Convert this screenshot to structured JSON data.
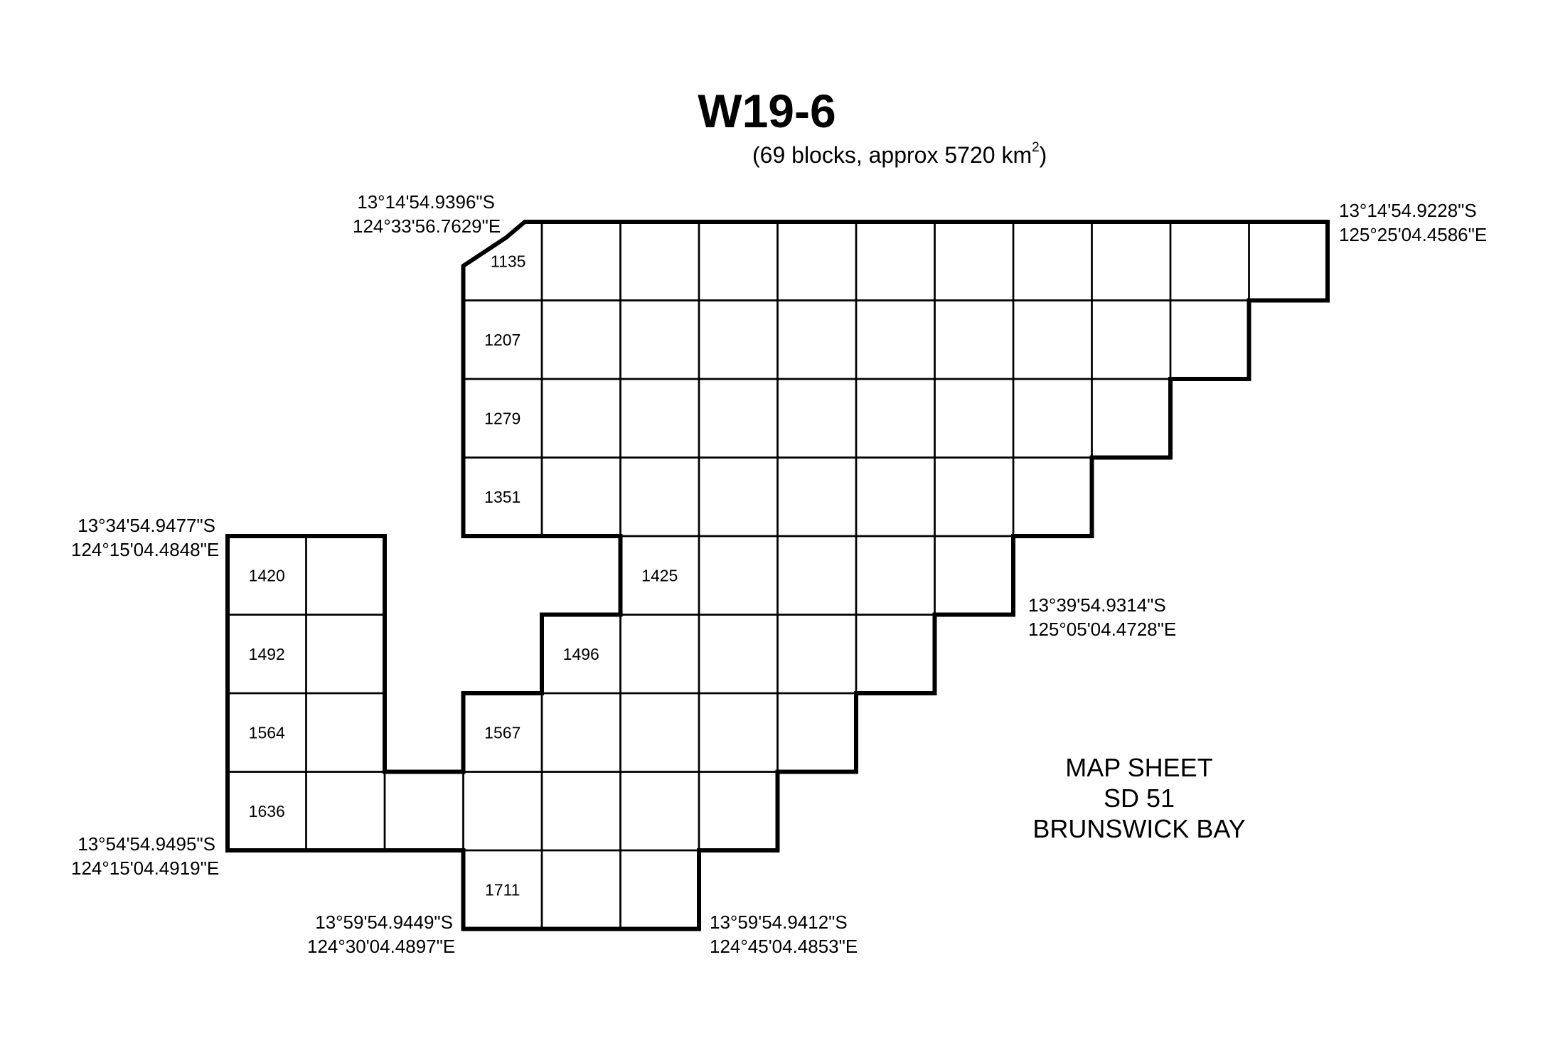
{
  "title": "W19-6",
  "subtitle": {
    "text": "(69 blocks, approx 5720 km",
    "superscript": "2",
    "close": ")"
  },
  "block_labels": [
    "1135",
    "1207",
    "1279",
    "1351",
    "1420",
    "1425",
    "1492",
    "1496",
    "1564",
    "1567",
    "1636",
    "1711"
  ],
  "corners": [
    {
      "lat": "13°14'54.9396\"S",
      "lon": "124°33'56.7629\"E"
    },
    {
      "lat": "13°14'54.9228\"S",
      "lon": "125°25'04.4586\"E"
    },
    {
      "lat": "13°34'54.9477\"S",
      "lon": "124°15'04.4848\"E"
    },
    {
      "lat": "13°39'54.9314\"S",
      "lon": "125°05'04.4728\"E"
    },
    {
      "lat": "13°54'54.9495\"S",
      "lon": "124°15'04.4919\"E"
    },
    {
      "lat": "13°59'54.9449\"S",
      "lon": "124°30'04.4897\"E"
    },
    {
      "lat": "13°59'54.9412\"S",
      "lon": "124°45'04.4853\"E"
    }
  ],
  "map_sheet": {
    "line1": "MAP SHEET",
    "line2": "SD 51",
    "line3": "BRUNSWICK BAY"
  },
  "colors": {
    "line": "#000000",
    "background": "#ffffff"
  }
}
